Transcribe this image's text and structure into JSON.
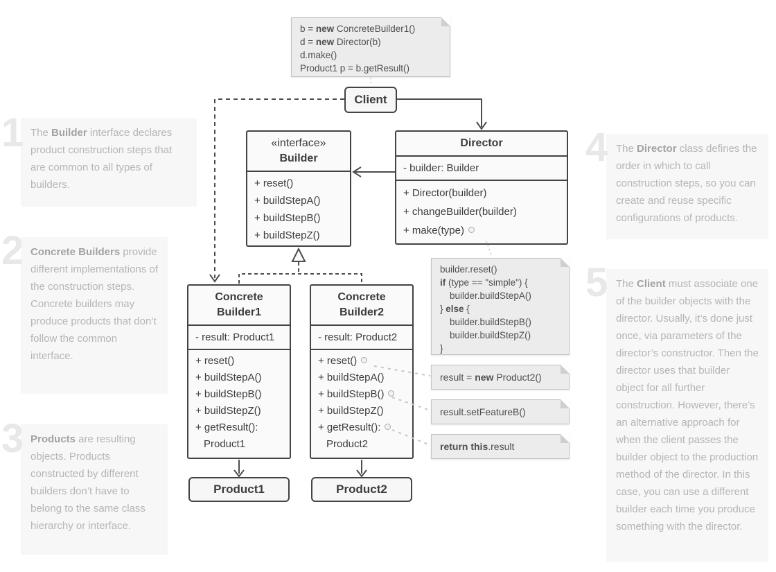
{
  "colors": {
    "box_border": "#454341",
    "box_bg": "#fafafa",
    "note_bg": "#ececec",
    "note_border": "#c3c3c3",
    "annotation_bg": "#f7f7f7",
    "annotation_text": "#b5b5b5",
    "annotation_number": "#e8e8e8",
    "arrow_dark": "#4d4d4d",
    "connector_light": "#c3c3c3"
  },
  "top_note": {
    "lines": [
      {
        "pre": "b = ",
        "bold": "new",
        "post": " ConcreteBuilder1()"
      },
      {
        "pre": "d = ",
        "bold": "new",
        "post": " Director(b)"
      },
      {
        "pre": "d.make()",
        "bold": "",
        "post": ""
      },
      {
        "pre": "Product1 p = b.getResult()",
        "bold": "",
        "post": ""
      }
    ]
  },
  "client": {
    "label": "Client"
  },
  "builder": {
    "stereotype": "«interface»",
    "name": "Builder",
    "methods": [
      "+ reset()",
      "+ buildStepA()",
      "+ buildStepB()",
      "+ buildStepZ()"
    ]
  },
  "director": {
    "name": "Director",
    "field": "- builder: Builder",
    "methods": [
      "+ Director(builder)",
      "+ changeBuilder(builder)",
      "+ make(type)"
    ]
  },
  "builder1": {
    "title1": "Concrete",
    "title2": "Builder1",
    "field": "- result: Product1",
    "methods": [
      "+ reset()",
      "+ buildStepA()",
      "+ buildStepB()",
      "+ buildStepZ()",
      "+ getResult():",
      "Product1"
    ]
  },
  "builder2": {
    "title1": "Concrete",
    "title2": "Builder2",
    "field": "- result: Product2",
    "methods": [
      "+ reset()",
      "+ buildStepA()",
      "+ buildStepB()",
      "+ buildStepZ()",
      "+ getResult():",
      "Product2"
    ]
  },
  "product1": {
    "label": "Product1"
  },
  "product2": {
    "label": "Product2"
  },
  "make_note": {
    "lines": [
      {
        "pre": "builder.reset()",
        "bold": "",
        "post": ""
      },
      {
        "pre": "",
        "bold": "if",
        "post": " (type == \"simple\") {"
      },
      {
        "pre": "builder.buildStepA()",
        "bold": "",
        "post": ""
      },
      {
        "pre": "} ",
        "bold": "else",
        "post": " {"
      },
      {
        "pre": "builder.buildStepB()",
        "bold": "",
        "post": ""
      },
      {
        "pre": "builder.buildStepZ()",
        "bold": "",
        "post": ""
      },
      {
        "pre": "}",
        "bold": "",
        "post": ""
      }
    ]
  },
  "inline_notes": {
    "reset": {
      "pre": "result = ",
      "bold": "new",
      "post": " Product2()"
    },
    "stepB": {
      "pre": "result.setFeatureB()",
      "bold": "",
      "post": ""
    },
    "getResult": {
      "pre": "",
      "bold": "return this",
      "post": ".result"
    }
  },
  "annotations": [
    {
      "number": "1",
      "pre": "The ",
      "bold": "Builder",
      "post": " interface declares product construction steps that are common to all types of builders."
    },
    {
      "number": "2",
      "pre": "",
      "bold": "Concrete Builders",
      "post": " provide different implementations of the construction steps. Concrete builders may produce products that don’t follow the common interface."
    },
    {
      "number": "3",
      "pre": "",
      "bold": "Products",
      "post": " are resulting objects. Products constructed by different builders don’t have to belong to the same class hierarchy or interface."
    },
    {
      "number": "4",
      "pre": "The ",
      "bold": "Director",
      "post": " class defines the order in which to call construction steps, so you can create and reuse specific configurations of products."
    },
    {
      "number": "5",
      "pre": "The ",
      "bold": "Client",
      "post": " must associate one of the builder objects with the director. Usually, it’s done just once, via parameters of the director’s constructor. Then the director uses that builder object for all further construction. However, there’s an alternative approach for when the client passes the builder object to the production method of the director. In this case, you can use a different builder each time you produce something with the director."
    }
  ]
}
